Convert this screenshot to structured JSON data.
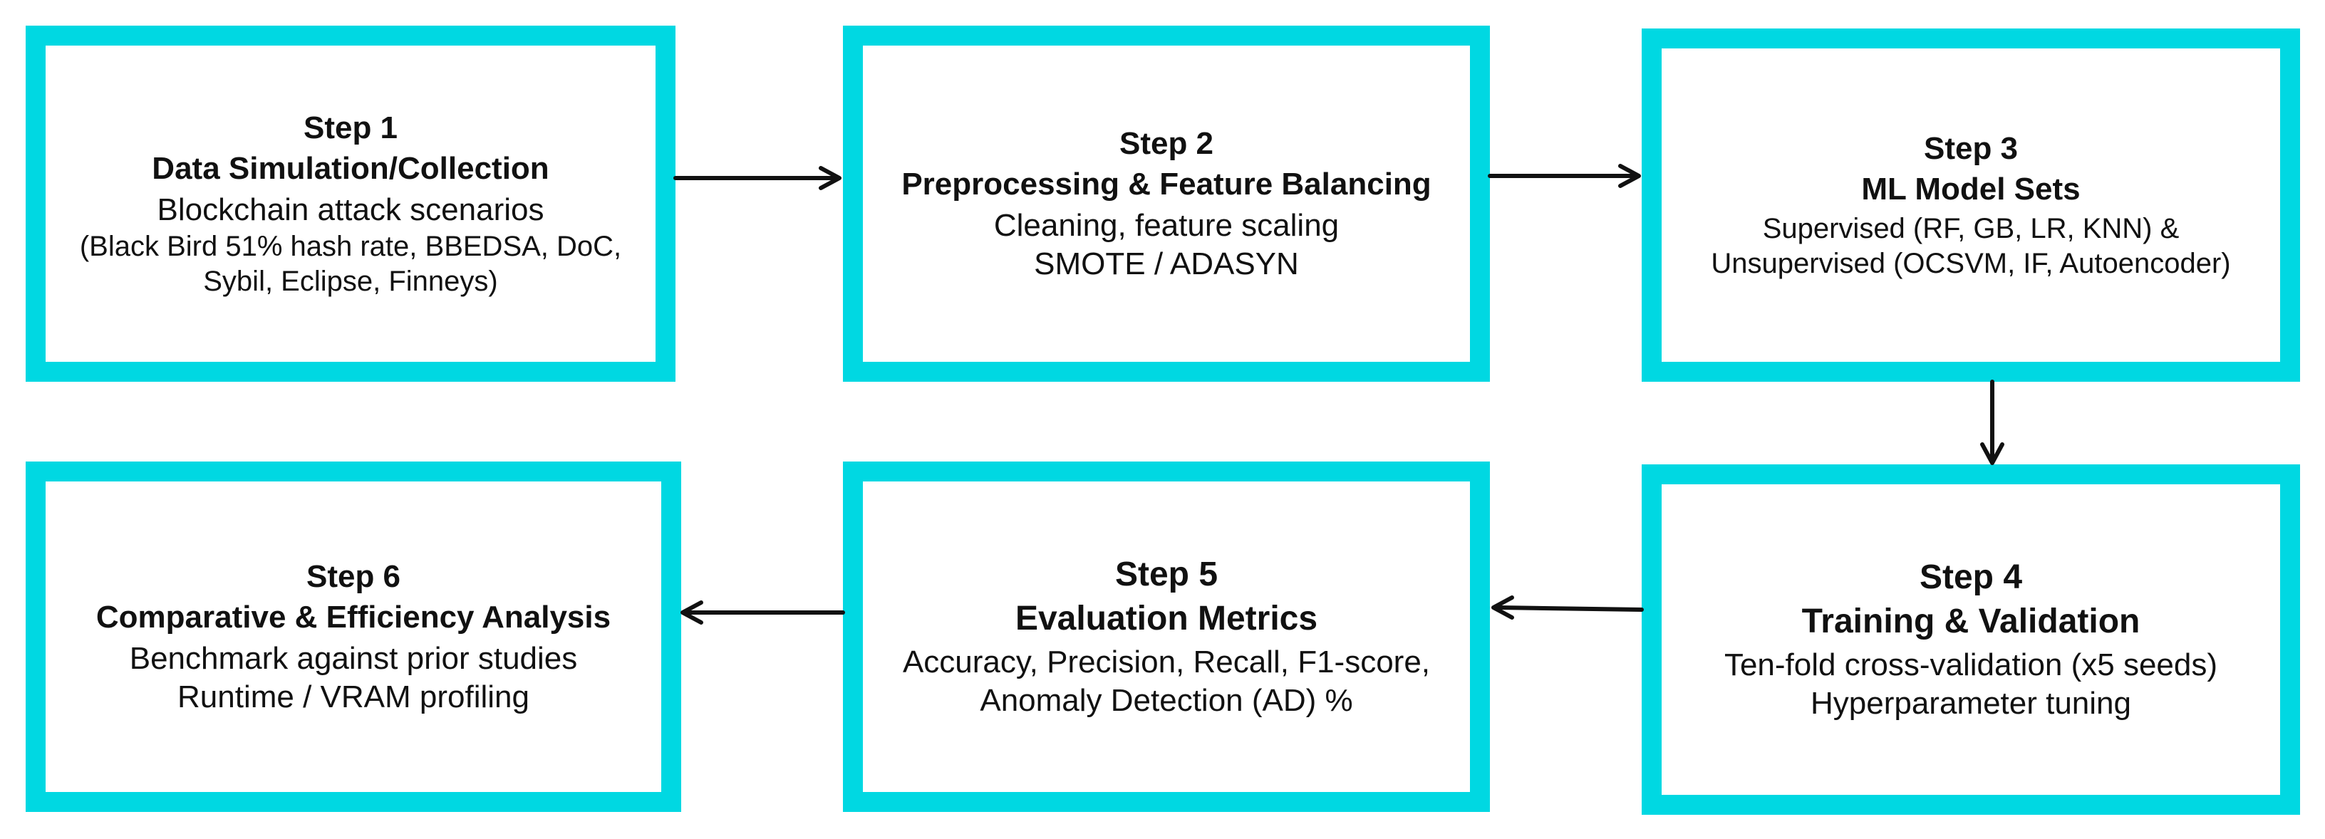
{
  "steps": [
    {
      "step": "Step 1",
      "title": "Data Simulation/Collection",
      "lines": [
        "Blockchain attack scenarios",
        "(Black Bird 51% hash rate, BBEDSA, DoC,",
        "Sybil, Eclipse, Finneys)"
      ]
    },
    {
      "step": "Step 2",
      "title": "Preprocessing & Feature Balancing",
      "lines": [
        "Cleaning, feature scaling",
        "SMOTE / ADASYN"
      ]
    },
    {
      "step": "Step 3",
      "title": "ML Model Sets",
      "lines": [
        "Supervised (RF, GB, LR, KNN) &",
        "Unsupervised (OCSVM, IF, Autoencoder)"
      ]
    },
    {
      "step": "Step 4",
      "title": "Training & Validation",
      "lines": [
        "Ten-fold cross-validation (x5 seeds)",
        "Hyperparameter tuning"
      ]
    },
    {
      "step": "Step 5",
      "title": "Evaluation Metrics",
      "lines": [
        "Accuracy, Precision, Recall, F1-score,",
        "Anomaly Detection (AD) %"
      ]
    },
    {
      "step": "Step 6",
      "title": "Comparative & Efficiency Analysis",
      "lines": [
        "Benchmark against prior studies",
        "Runtime / VRAM profiling"
      ]
    }
  ],
  "colors": {
    "box_border": "#00d8e2",
    "arrow": "#111111"
  }
}
